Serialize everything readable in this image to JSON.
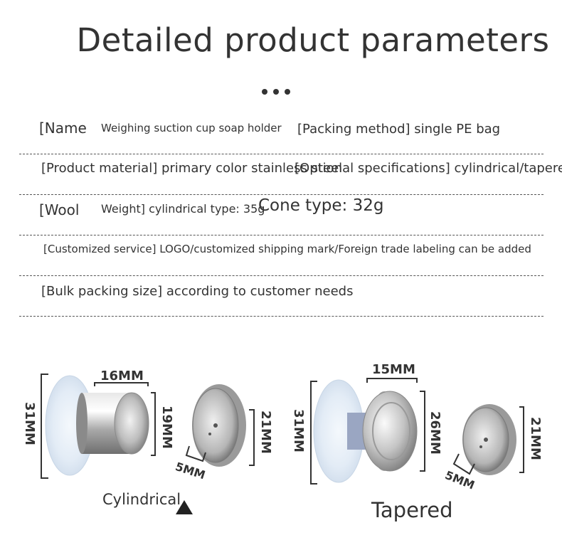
{
  "header": {
    "title": "Detailed product parameters"
  },
  "params": {
    "name_label": "[Name",
    "name_value": "Weighing suction cup soap holder",
    "packing": "[Packing method] single PE bag",
    "material": "[Product material] primary color stainless steel",
    "optional": "[Optional specifications] cylindrical/tapered",
    "wool": "[Wool",
    "weight": "Weight] cylindrical type: 35g",
    "cone": "Cone type: 32g",
    "customized": "[Customized service] LOGO/customized shipping mark/Foreign trade labeling can be added",
    "bulk": "[Bulk packing size] according to customer needs"
  },
  "cylindrical": {
    "height_label": "31MM",
    "width_label": "16MM",
    "diameter_label": "19MM",
    "disc_height": "21MM",
    "disc_depth": "5MM",
    "caption": "Cylindrical",
    "caption_icon": "triangle-icon"
  },
  "tapered": {
    "height_label": "31MM",
    "width_label": "15MM",
    "diameter_label": "26MM",
    "disc_height": "21MM",
    "disc_depth": "5MM",
    "caption": "Tapered"
  },
  "colors": {
    "text": "#333333",
    "divider": "#555555",
    "metal": "#c9c9c9",
    "suction": "#e6eef8"
  }
}
